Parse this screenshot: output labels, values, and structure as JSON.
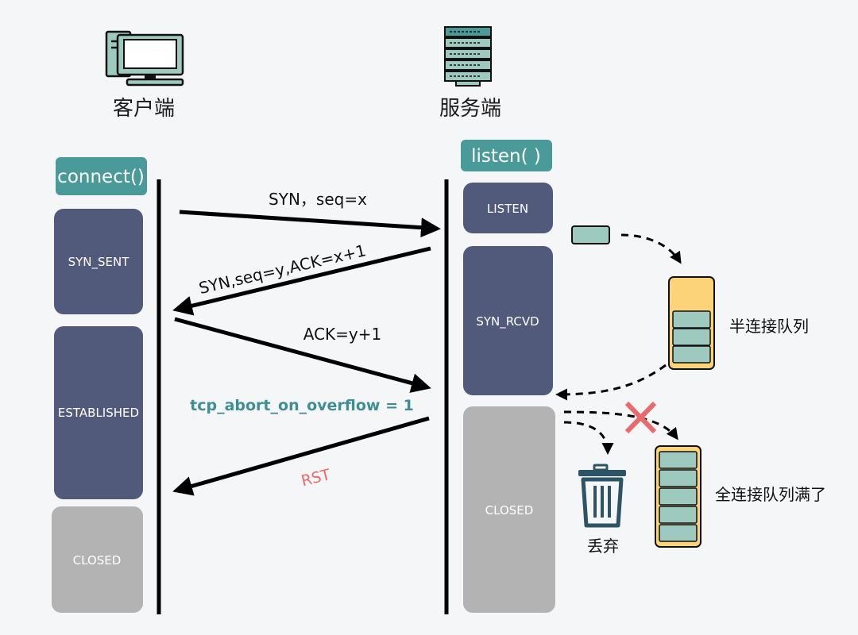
{
  "client": {
    "title": "客户端",
    "func": "connect()",
    "states": [
      "SYN_SENT",
      "ESTABLISHED",
      "CLOSED"
    ]
  },
  "server": {
    "title": "服务端",
    "func": "listen( )",
    "states": [
      "LISTEN",
      "SYN_RCVD",
      "CLOSED"
    ]
  },
  "messages": {
    "syn": "SYN，seq=x",
    "synack": "SYN,seq=y,ACK=x+1",
    "ack": "ACK=y+1",
    "abort": "tcp_abort_on_overflow = 1",
    "rst": "RST"
  },
  "queues": {
    "half": "半连接队列",
    "full": "全连接队列满了",
    "discard": "丢弃"
  },
  "colors": {
    "teal": "#4b9a9a",
    "state_blue": "#525a7c",
    "state_gray": "#b3b3b3",
    "queue_fill": "#fdd37a",
    "slot_fill": "#9ec9bf",
    "abort_text": "#3e8f94",
    "rst_text": "#e96a6a",
    "cross": "#e96a6a",
    "icon": "#2d5466"
  }
}
